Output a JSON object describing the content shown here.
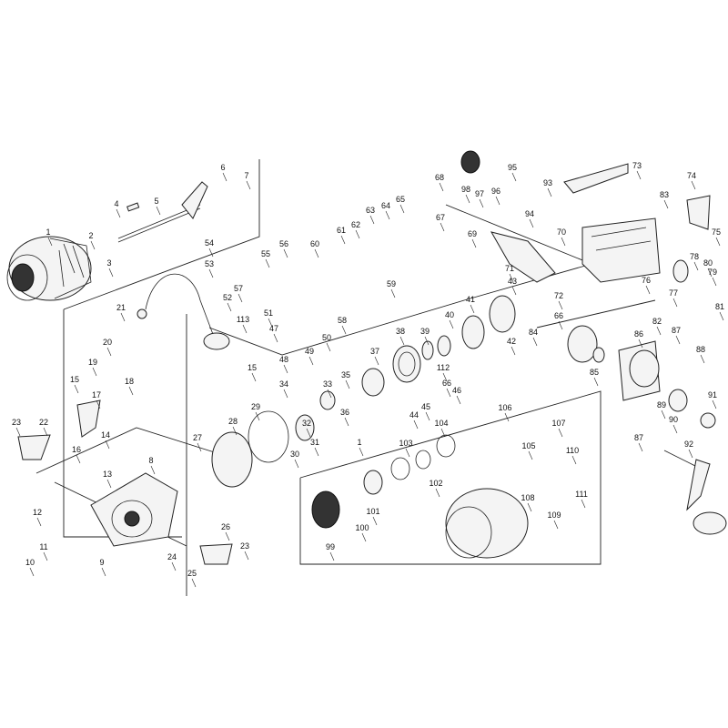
{
  "diagram": {
    "labels": [
      "1",
      "2",
      "3",
      "4",
      "5",
      "6",
      "7",
      "8",
      "9",
      "10",
      "11",
      "12",
      "13",
      "14",
      "15",
      "15",
      "16",
      "17",
      "18",
      "19",
      "20",
      "21",
      "22",
      "23",
      "23",
      "24",
      "25",
      "26",
      "27",
      "28",
      "29",
      "30",
      "31",
      "32",
      "33",
      "34",
      "35",
      "36",
      "37",
      "38",
      "39",
      "40",
      "41",
      "42",
      "43",
      "44",
      "45",
      "46",
      "47",
      "48",
      "49",
      "50",
      "51",
      "52",
      "53",
      "54",
      "55",
      "56",
      "57",
      "58",
      "59",
      "60",
      "61",
      "62",
      "63",
      "64",
      "65",
      "66",
      "66",
      "67",
      "68",
      "69",
      "70",
      "71",
      "72",
      "73",
      "74",
      "75",
      "76",
      "77",
      "78",
      "79",
      "80",
      "81",
      "82",
      "83",
      "84",
      "85",
      "86",
      "87",
      "87",
      "88",
      "89",
      "90",
      "91",
      "92",
      "93",
      "94",
      "95",
      "96",
      "97",
      "98",
      "99",
      "100",
      "101",
      "102",
      "103",
      "104",
      "1",
      "105",
      "106",
      "107",
      "108",
      "109",
      "110",
      "111",
      "112",
      "113"
    ]
  }
}
